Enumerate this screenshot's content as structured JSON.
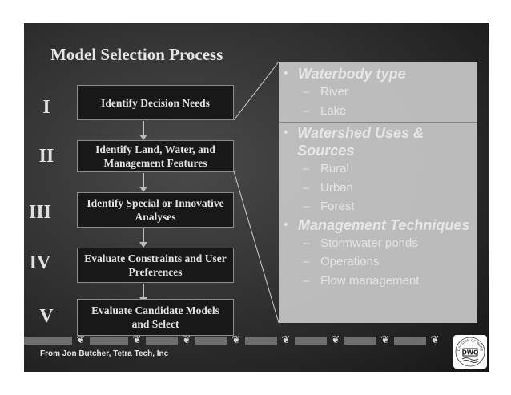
{
  "title": "Model Selection Process",
  "steps": [
    {
      "numeral": "I",
      "label": "Identify Decision Needs"
    },
    {
      "numeral": "II",
      "label": "Identify Land, Water, and Management Features"
    },
    {
      "numeral": "III",
      "label": "Identify Special or Innovative Analyses"
    },
    {
      "numeral": "IV",
      "label": "Evaluate Constraints and User Preferences"
    },
    {
      "numeral": "V",
      "label": "Evaluate Candidate Models and Select"
    }
  ],
  "panel": {
    "sections": [
      {
        "heading": "Waterbody type",
        "items": [
          "River",
          "Lake"
        ]
      },
      {
        "heading": "Watershed Uses & Sources",
        "items": [
          "Rural",
          "Urban",
          "Forest"
        ]
      },
      {
        "heading": "Management Techniques",
        "items": [
          "Stormwater ponds",
          "Operations",
          "Flow management"
        ]
      }
    ],
    "bullet": "•",
    "dash": "–"
  },
  "credit": "From Jon Butcher, Tetra Tech, Inc",
  "logo": {
    "text_ring": "DIVISION OF WATER QUALITY",
    "initials": "DWQ"
  },
  "colors": {
    "background": "#2e2e2e",
    "panel": "#c8c8c8",
    "box": "#181818"
  },
  "icons": {
    "band_leaf": "leaf-icon"
  }
}
